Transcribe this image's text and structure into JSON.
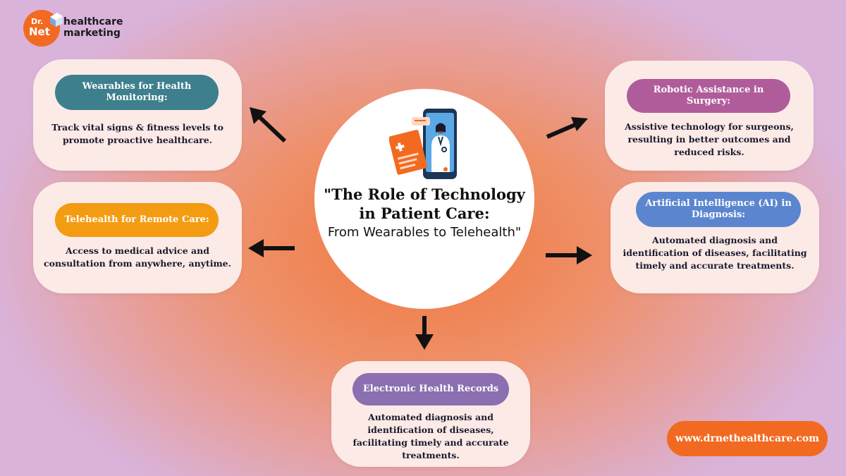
{
  "logo": {
    "brand_short_top": "Dr.",
    "brand_short_bottom": "Net",
    "brand_line1": "healthcare",
    "brand_line2": "marketing"
  },
  "center": {
    "title": "\"The Role of Technology in Patient Care:",
    "subtitle": "From Wearables to Telehealth\""
  },
  "cards": {
    "wearables": {
      "heading": "Wearables for Health Monitoring:",
      "text": "Track vital signs & fitness levels to promote proactive healthcare.",
      "color": "#3d7f8c"
    },
    "telehealth": {
      "heading": "Telehealth for Remote Care:",
      "text": "Access to medical advice and consultation from anywhere, anytime.",
      "color": "#f39c12"
    },
    "robotic": {
      "heading": "Robotic Assistance in Surgery:",
      "text": "Assistive technology for surgeons, resulting in better outcomes and reduced risks.",
      "color": "#b05c9b"
    },
    "ai": {
      "heading": "Artificial Intelligence (AI) in Diagnosis:",
      "text": "Automated diagnosis and identification of diseases, facilitating timely and accurate treatments.",
      "color": "#5b86cf"
    },
    "ehr": {
      "heading": "Electronic Health Records",
      "text": "Automated diagnosis and identification of diseases, facilitating timely and accurate treatments.",
      "color": "#8b6fb0"
    }
  },
  "footer": {
    "url": "www.drnethealthcare.com",
    "color": "#f26a21"
  },
  "icons": {
    "center_illustration": "doctor-phone-illustration",
    "arrow": "arrow-icon"
  }
}
